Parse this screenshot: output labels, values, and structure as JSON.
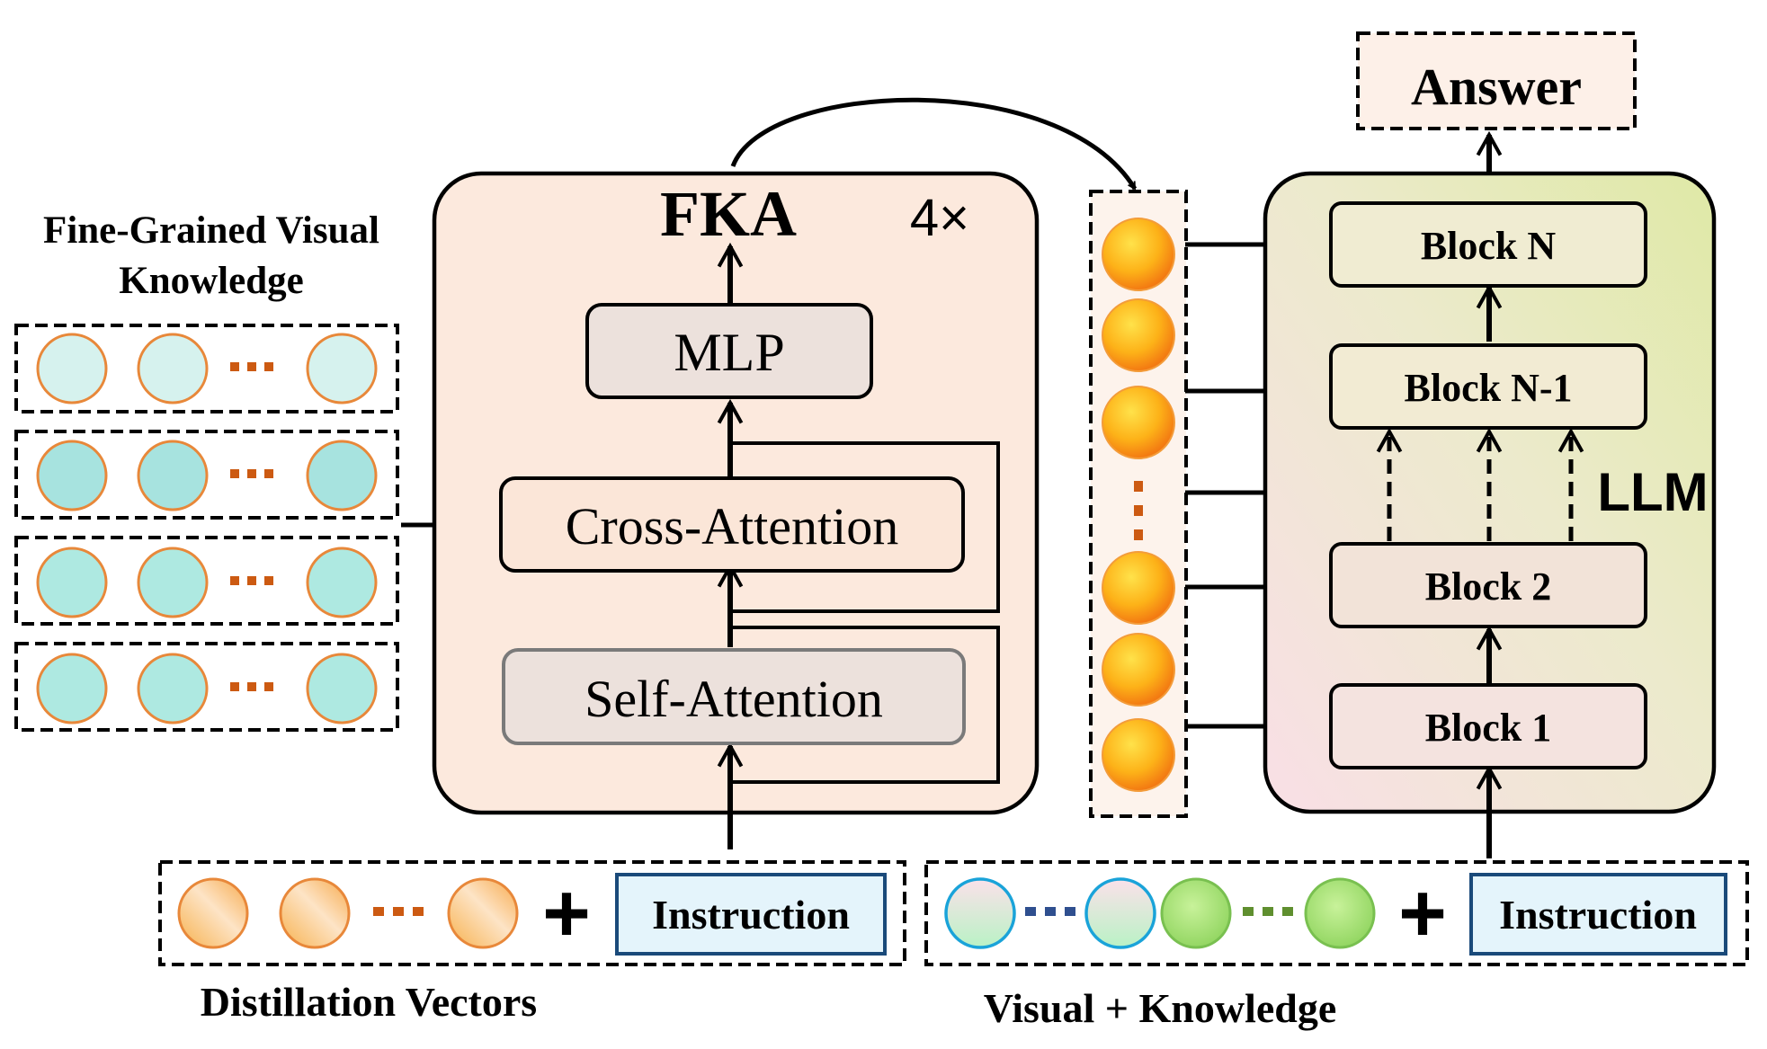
{
  "labels": {
    "fine_grained_line1": "Fine-Grained Visual",
    "fine_grained_line2": "Knowledge",
    "fka_title": "FKA",
    "repeat": "4×",
    "mlp": "MLP",
    "cross_attention": "Cross-Attention",
    "self_attention": "Self-Attention",
    "answer": "Answer",
    "llm": "LLM",
    "block_n": "Block N",
    "block_n1": "Block N-1",
    "block_2": "Block 2",
    "block_1": "Block 1",
    "instruction_left": "Instruction",
    "instruction_right": "Instruction",
    "distillation_vectors": "Distillation Vectors",
    "visual_knowledge": "Visual + Knowledge",
    "plus": "+",
    "ellipsis": "···"
  },
  "colors": {
    "fka_fill": "#fce9dd",
    "gray_box": "#ece1dc",
    "peach_box": "#fbe6d8",
    "answer_fill": "#fdf0e8",
    "dots": "#cc5a12",
    "blue_dots": "#2f4f8f",
    "green_dots": "#5f8f2f",
    "instruction_fill": "#e4f4fb",
    "instruction_border": "#1a4a7a",
    "circle_stroke": "#e8883a"
  }
}
